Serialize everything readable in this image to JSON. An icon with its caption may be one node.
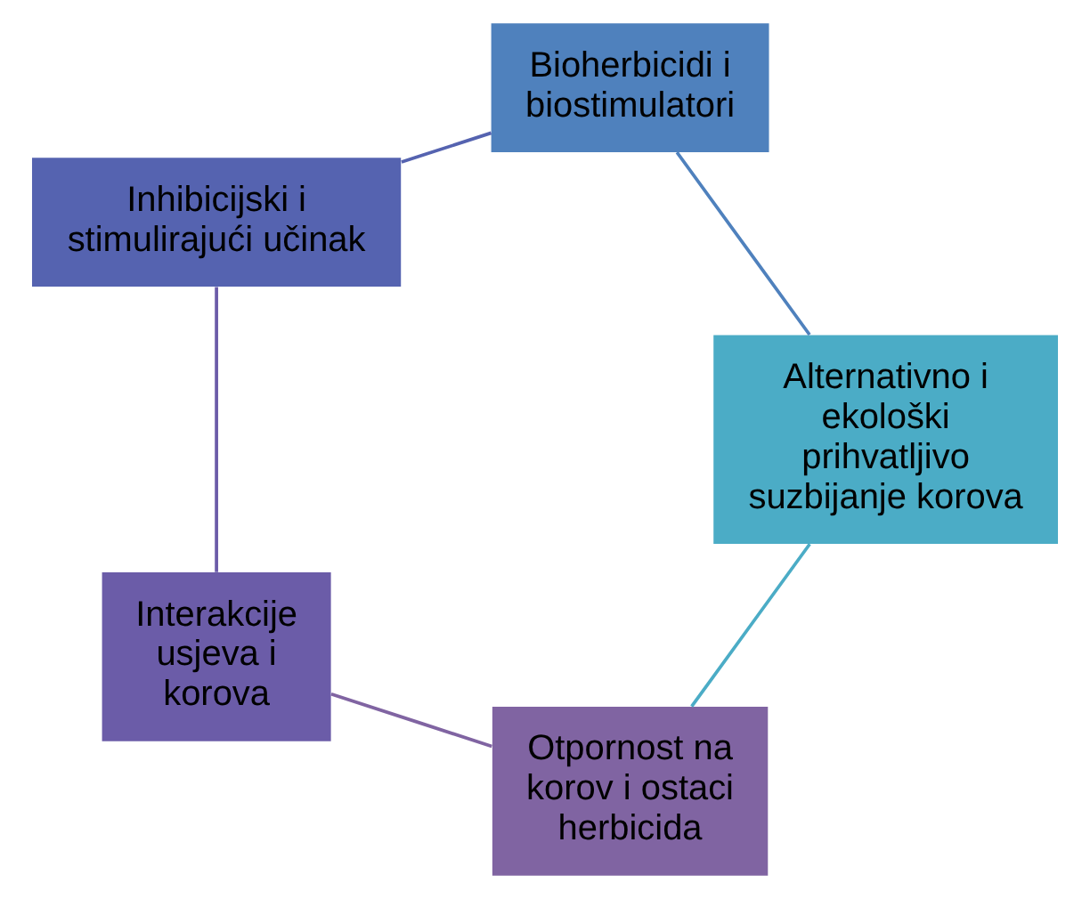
{
  "diagram": {
    "nodes": [
      {
        "text": [
          "Otpornost na korov i ostaci herbicida"
        ]
      },
      {
        "text": [
          "Interakcije usjeva i korova"
        ]
      },
      {
        "text": [
          "Inhibicijski i stimulirajući učinak"
        ]
      },
      {
        "text": [
          "Bioherbicidi i biostimulatori"
        ]
      },
      {
        "text": [
          "Alternativno i ekološki prihvatljivo suzbijanje korova"
        ]
      }
    ],
    "edges": [
      {
        "from": 0,
        "to": 1,
        "arrow": "none",
        "color": "#8064a2"
      },
      {
        "from": 1,
        "to": 2,
        "arrow": "none",
        "color": "#6b5ca8"
      },
      {
        "from": 2,
        "to": 3,
        "arrow": "none",
        "color": "#5563b0"
      },
      {
        "from": 3,
        "to": 4,
        "arrow": "none",
        "color": "#4f81bd"
      },
      {
        "from": 4,
        "to": 0,
        "arrow": "none",
        "color": "#4bacc6"
      }
    ]
  }
}
